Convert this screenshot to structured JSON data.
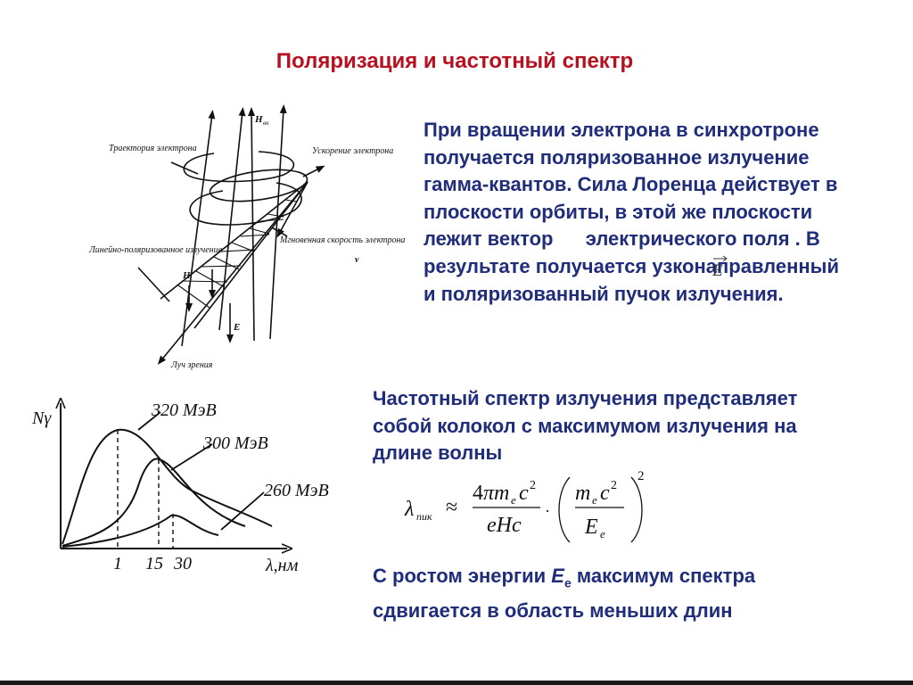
{
  "title": "Поляризация  и частотный спектр",
  "paragraph1": "При вращении электрона в синхротроне получается поляризованное излучение гамма-квантов. Сила Лоренца действует в плоскости орбиты, в этой же плоскости лежит вектор",
  "paragraph1_vector": "E",
  "paragraph1_tail": "электрического поля . В результате получается узконаправленный и поляризованный пучок излучения.",
  "paragraph2": "Частотный спектр излучения представляет собой колокол с максимумом излучения на длине волны",
  "paragraph3_start": "С ростом энергии ",
  "paragraph3_symbol": "E",
  "paragraph3_subscript": "e",
  "paragraph3_end": " максимум спектра сдвигается в область меньших длин",
  "formula": {
    "lhs": "λ",
    "lhs_sub": "пик",
    "approx": "≈",
    "num1": "4πm",
    "num1_sub": "e",
    "num1_c": "c",
    "num1_pow": "2",
    "den1": "eHc",
    "num2": "m",
    "num2_sub": "e",
    "num2_c": "c",
    "num2_pow": "2",
    "den2": "E",
    "den2_sub": "e",
    "outer_pow": "2"
  },
  "diagram": {
    "labels": {
      "trajectory": "Траектория электрона",
      "acceleration": "Ускорение электрона",
      "linear_pol": "Линейно-поляризованное излучение",
      "velocity": "Мгновенная скорость электрона",
      "velocity_symbol": "v",
      "h_top": "H",
      "h_top_sub": "вн",
      "h": "H",
      "e": "E",
      "line_of_sight": "Луч зрения"
    }
  },
  "chart_data": {
    "type": "line",
    "title": "",
    "ylabel": "Nγ",
    "xlabel": "λ,нм",
    "x_ticks": [
      "1",
      "15",
      "30"
    ],
    "series": [
      {
        "name": "320 МэВ",
        "peak_x": "1"
      },
      {
        "name": "300 МэВ",
        "peak_x": "15"
      },
      {
        "name": "260 МэВ",
        "peak_x": "30"
      }
    ]
  }
}
